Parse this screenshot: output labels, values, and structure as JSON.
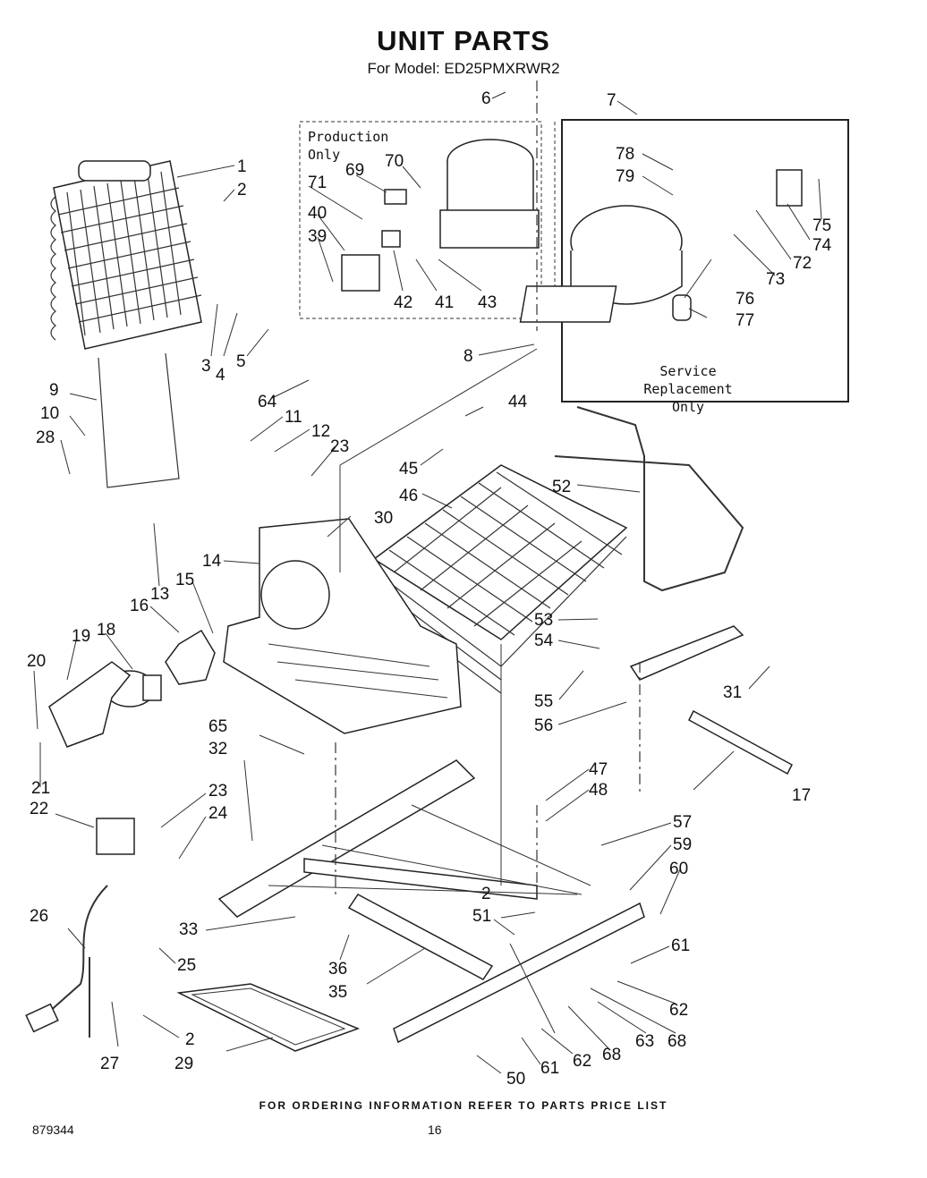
{
  "title": "UNIT PARTS",
  "subtitle": "For Model: ED25PMXRWR2",
  "production_box": {
    "line1": "Production",
    "line2": "Only"
  },
  "service_box": {
    "line1": "Service Replacement",
    "line2": "Only"
  },
  "footer": "FOR ORDERING INFORMATION REFER TO PARTS PRICE LIST",
  "doc_number": "879344",
  "page_number": "16",
  "callouts": [
    "1",
    "2",
    "3",
    "4",
    "5",
    "6",
    "7",
    "8",
    "9",
    "10",
    "11",
    "12",
    "13",
    "14",
    "15",
    "16",
    "17",
    "18",
    "19",
    "20",
    "21",
    "22",
    "23",
    "23",
    "24",
    "25",
    "26",
    "27",
    "28",
    "29",
    "30",
    "31",
    "32",
    "33",
    "35",
    "36",
    "39",
    "40",
    "41",
    "42",
    "43",
    "44",
    "45",
    "46",
    "47",
    "48",
    "50",
    "51",
    "52",
    "53",
    "54",
    "55",
    "56",
    "57",
    "59",
    "60",
    "61",
    "61",
    "62",
    "62",
    "63",
    "64",
    "65",
    "68",
    "68",
    "69",
    "70",
    "71",
    "72",
    "73",
    "74",
    "75",
    "76",
    "77",
    "78",
    "79",
    "2",
    "2",
    "2"
  ]
}
